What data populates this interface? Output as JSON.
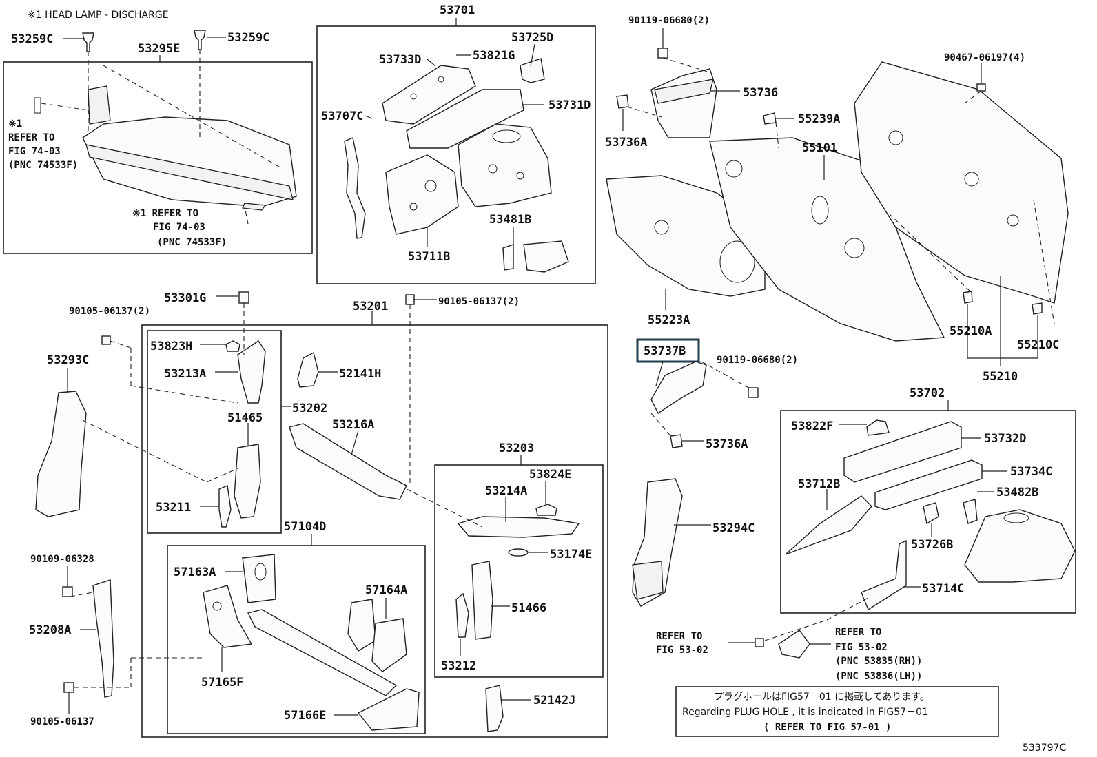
{
  "diagram": {
    "header_note": "※1 HEAD LAMP - DISCHARGE",
    "figure_code": "533797C",
    "highlighted_part": "53737B",
    "plug_note": {
      "line1": "プラグホールはFIG57－01 に掲載してあります。",
      "line2": "Regarding PLUG HOLE , it is indicated in FIG57－01",
      "line3": "(  REFER TO FIG 57-01 )"
    },
    "refer_top_left": {
      "l1": "※1",
      "l2": "REFER TO",
      "l3": "FIG 74-03",
      "l4": "(PNC 74533F)"
    },
    "refer_mid_left": {
      "l1": "※1 REFER TO",
      "l2": "FIG 74-03",
      "l3": "(PNC 74533F)"
    },
    "refer_bottom_a": {
      "l1": "REFER TO",
      "l2": "FIG 53-02"
    },
    "refer_bottom_b": {
      "l1": "REFER TO",
      "l2": "FIG 53-02",
      "l3": "(PNC 53835(RH))",
      "l4": "(PNC 53836(LH))"
    },
    "parts": {
      "p53259c_a": "53259C",
      "p53259c_b": "53259C",
      "p53295e": "53295E",
      "p53701": "53701",
      "p53725d": "53725D",
      "p53733d": "53733D",
      "p53821g": "53821G",
      "p53707c": "53707C",
      "p53731d": "53731D",
      "p53711b": "53711B",
      "p53481b": "53481B",
      "p90119_a": "90119-06680(2)",
      "p53736": "53736",
      "p53736a_a": "53736A",
      "p55239a": "55239A",
      "p55101": "55101",
      "p90467": "90467-06197(4)",
      "p55223a": "55223A",
      "p55210a": "55210A",
      "p55210c": "55210C",
      "p55210": "55210",
      "p53737b": "53737B",
      "p90119_b": "90119-06680(2)",
      "p53736a_b": "53736A",
      "p53702": "53702",
      "p53822f": "53822F",
      "p53732d": "53732D",
      "p53712b": "53712B",
      "p53734c": "53734C",
      "p53482b": "53482B",
      "p53726b": "53726B",
      "p53714c": "53714C",
      "p53294c": "53294C",
      "p53301g": "53301G",
      "p90105_a": "90105-06137(2)",
      "p53201": "53201",
      "p90105_b": "90105-06137(2)",
      "p53293c": "53293C",
      "p53823h": "53823H",
      "p53213a": "53213A",
      "p52141h": "52141H",
      "p53202": "53202",
      "p51465": "51465",
      "p53216a": "53216A",
      "p53211": "53211",
      "p53203": "53203",
      "p53824e": "53824E",
      "p53214a": "53214A",
      "p53174e": "53174E",
      "p51466": "51466",
      "p53212": "53212",
      "p57104d": "57104D",
      "p90109": "90109-06328",
      "p57163a": "57163A",
      "p57164a": "57164A",
      "p53208a": "53208A",
      "p57165f": "57165F",
      "p57166e": "57166E",
      "p52142j": "52142J",
      "p90105_c": "90105-06137"
    }
  }
}
